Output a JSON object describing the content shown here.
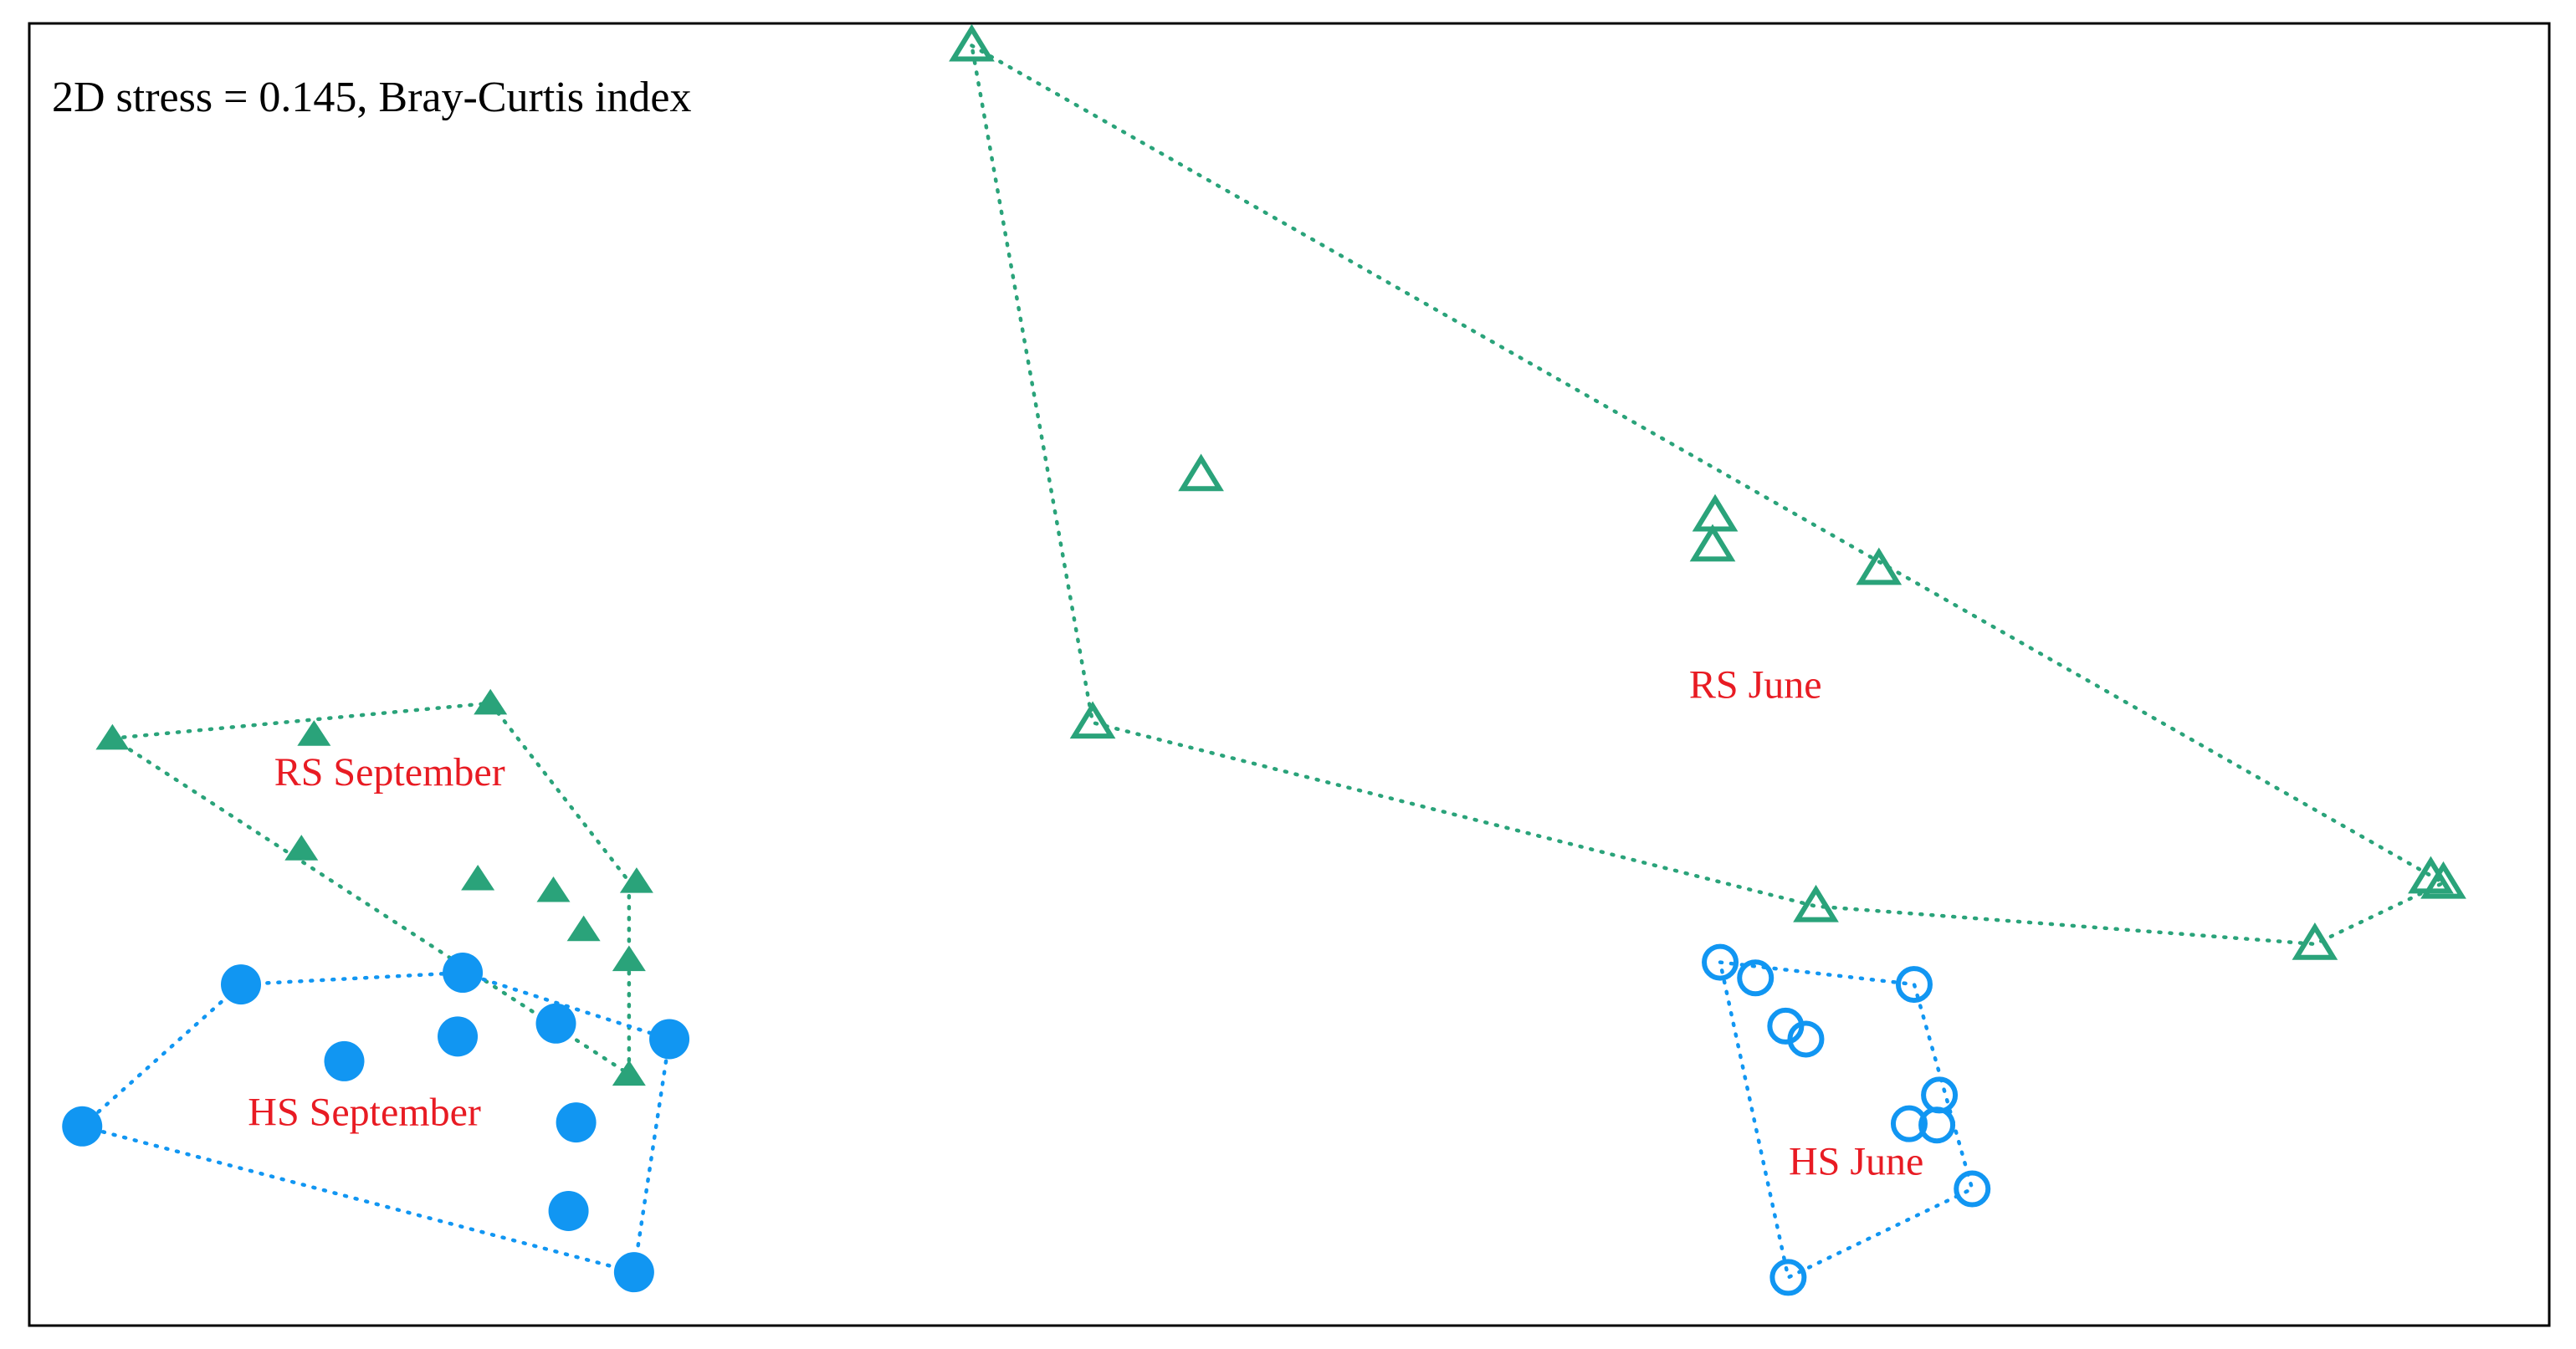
{
  "chart_data": {
    "type": "scatter",
    "title": "",
    "xlabel": "",
    "ylabel": "",
    "stress_annotation": "2D stress = 0.145, Bray-Curtis index",
    "grid": false,
    "legend": "none",
    "xlim": [
      0,
      100
    ],
    "ylim": [
      0,
      100
    ],
    "colors": {
      "rs": "#2aa37a",
      "hs": "#1196f2",
      "label": "#e81b23",
      "frame": "#000000"
    },
    "series": [
      {
        "group": "RS September",
        "marker": "triangle",
        "filled": true,
        "color": "#2aa37a",
        "points": [
          [
            3.3,
            45.1
          ],
          [
            11.3,
            45.4
          ],
          [
            18.3,
            47.8
          ],
          [
            10.8,
            36.6
          ],
          [
            17.8,
            34.3
          ],
          [
            20.8,
            33.4
          ],
          [
            24.1,
            34.1
          ],
          [
            22.0,
            30.4
          ],
          [
            23.8,
            28.1
          ],
          [
            23.8,
            19.3
          ]
        ],
        "hull": [
          [
            3.3,
            45.1
          ],
          [
            18.3,
            47.8
          ],
          [
            23.8,
            34.1
          ],
          [
            23.8,
            19.3
          ]
        ]
      },
      {
        "group": "HS September",
        "marker": "circle",
        "filled": true,
        "color": "#1196f2",
        "points": [
          [
            8.4,
            26.2
          ],
          [
            17.2,
            27.1
          ],
          [
            17.0,
            22.2
          ],
          [
            12.5,
            20.3
          ],
          [
            20.9,
            23.2
          ],
          [
            25.4,
            22.0
          ],
          [
            2.1,
            15.3
          ],
          [
            21.7,
            15.6
          ],
          [
            21.4,
            8.8
          ],
          [
            24.0,
            4.1
          ]
        ],
        "hull": [
          [
            2.1,
            15.3
          ],
          [
            8.4,
            26.2
          ],
          [
            17.2,
            27.1
          ],
          [
            25.4,
            22.0
          ],
          [
            24.0,
            4.1
          ]
        ]
      },
      {
        "group": "RS June",
        "marker": "triangle",
        "filled": false,
        "color": "#2aa37a",
        "points": [
          [
            37.4,
            98.3
          ],
          [
            46.5,
            65.3
          ],
          [
            42.2,
            46.3
          ],
          [
            66.9,
            62.2
          ],
          [
            66.8,
            59.9
          ],
          [
            73.4,
            58.1
          ],
          [
            70.9,
            32.2
          ],
          [
            95.3,
            34.4
          ],
          [
            95.8,
            34.0
          ],
          [
            90.7,
            29.3
          ]
        ],
        "hull": [
          [
            37.4,
            98.3
          ],
          [
            95.8,
            34.0
          ],
          [
            90.7,
            29.3
          ],
          [
            70.9,
            32.2
          ],
          [
            42.2,
            46.3
          ]
        ]
      },
      {
        "group": "HS June",
        "marker": "circle",
        "filled": false,
        "color": "#1196f2",
        "points": [
          [
            67.1,
            27.9
          ],
          [
            68.5,
            26.7
          ],
          [
            69.7,
            23.0
          ],
          [
            70.5,
            22.0
          ],
          [
            74.8,
            26.2
          ],
          [
            75.8,
            17.7
          ],
          [
            74.6,
            15.5
          ],
          [
            75.7,
            15.4
          ],
          [
            77.1,
            10.5
          ],
          [
            69.8,
            3.7
          ]
        ],
        "hull": [
          [
            67.1,
            27.9
          ],
          [
            74.8,
            26.2
          ],
          [
            77.1,
            10.5
          ],
          [
            69.8,
            3.7
          ]
        ]
      }
    ],
    "group_labels": [
      {
        "text": "RS September",
        "x": 14.3,
        "y": 42.2
      },
      {
        "text": "HS September",
        "x": 13.3,
        "y": 16.1
      },
      {
        "text": "RS June",
        "x": 68.5,
        "y": 48.9
      },
      {
        "text": "HS June",
        "x": 72.5,
        "y": 12.3
      }
    ]
  }
}
